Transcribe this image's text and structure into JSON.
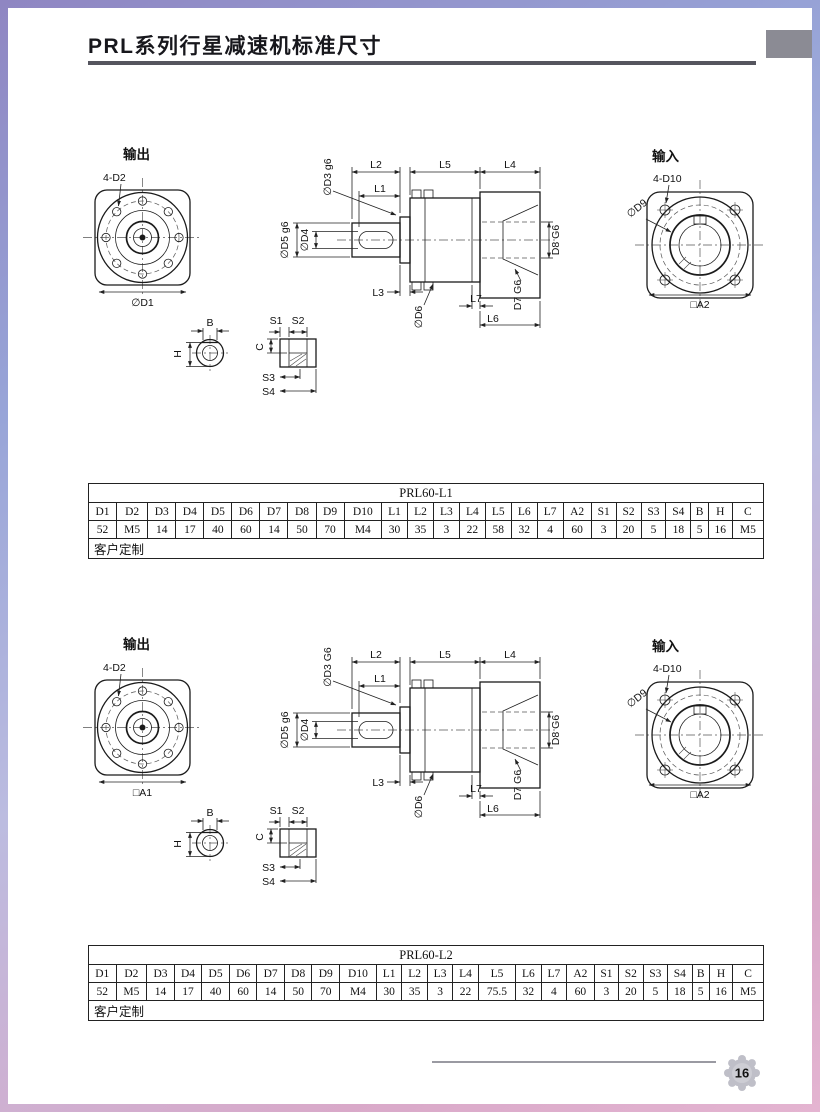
{
  "page": {
    "title": "PRL系列行星减速机标准尺寸",
    "number": "16"
  },
  "sections": [
    {
      "output_label": "输出",
      "input_label": "输入",
      "out_flange": {
        "bolts": "4-D2",
        "dim": "∅D1"
      },
      "in_flange": {
        "bolts": "4-D10",
        "dia": "∅D9",
        "dim": "□A2"
      },
      "dims": {
        "L1": "L1",
        "L2": "L2",
        "L3": "L3",
        "L4": "L4",
        "L5": "L5",
        "L6": "L6",
        "L7": "L7",
        "D3": "∅D3 g6",
        "D4": "∅D4",
        "D5": "∅D5 g6",
        "D6": "∅D6",
        "D7": "D7 G6",
        "D8": "D8 G6",
        "B": "B",
        "H": "H",
        "C": "C",
        "S1": "S1",
        "S2": "S2",
        "S3": "S3",
        "S4": "S4"
      },
      "table": {
        "title": "PRL60-L1",
        "headers": [
          "D1",
          "D2",
          "D3",
          "D4",
          "D5",
          "D6",
          "D7",
          "D8",
          "D9",
          "D10",
          "L1",
          "L2",
          "L3",
          "L4",
          "L5",
          "L6",
          "L7",
          "A2",
          "S1",
          "S2",
          "S3",
          "S4",
          "B",
          "H",
          "C"
        ],
        "values": [
          "52",
          "M5",
          "14",
          "17",
          "40",
          "60",
          "14",
          "50",
          "70",
          "M4",
          "30",
          "35",
          "3",
          "22",
          "58",
          "32",
          "4",
          "60",
          "3",
          "20",
          "5",
          "18",
          "5",
          "16",
          "M5"
        ],
        "note": "客户定制"
      }
    },
    {
      "output_label": "输出",
      "input_label": "输入",
      "out_flange": {
        "bolts": "4-D2",
        "dim": "□A1"
      },
      "in_flange": {
        "bolts": "4-D10",
        "dia": "∅D9",
        "dim": "□A2"
      },
      "dims": {
        "L1": "L1",
        "L2": "L2",
        "L3": "L3",
        "L4": "L4",
        "L5": "L5",
        "L6": "L6",
        "L7": "L7",
        "D3": "∅D3 G6",
        "D4": "∅D4",
        "D5": "∅D5 g6",
        "D6": "∅D6",
        "D7": "D7 G6",
        "D8": "D8 G6",
        "B": "B",
        "H": "H",
        "C": "C",
        "S1": "S1",
        "S2": "S2",
        "S3": "S3",
        "S4": "S4"
      },
      "table": {
        "title": "PRL60-L2",
        "headers": [
          "D1",
          "D2",
          "D3",
          "D4",
          "D5",
          "D6",
          "D7",
          "D8",
          "D9",
          "D10",
          "L1",
          "L2",
          "L3",
          "L4",
          "L5",
          "L6",
          "L7",
          "A2",
          "S1",
          "S2",
          "S3",
          "S4",
          "B",
          "H",
          "C"
        ],
        "values": [
          "52",
          "M5",
          "14",
          "17",
          "40",
          "60",
          "14",
          "50",
          "70",
          "M4",
          "30",
          "35",
          "3",
          "22",
          "75.5",
          "32",
          "4",
          "60",
          "3",
          "20",
          "5",
          "18",
          "5",
          "16",
          "M5"
        ],
        "note": "客户定制"
      }
    }
  ]
}
